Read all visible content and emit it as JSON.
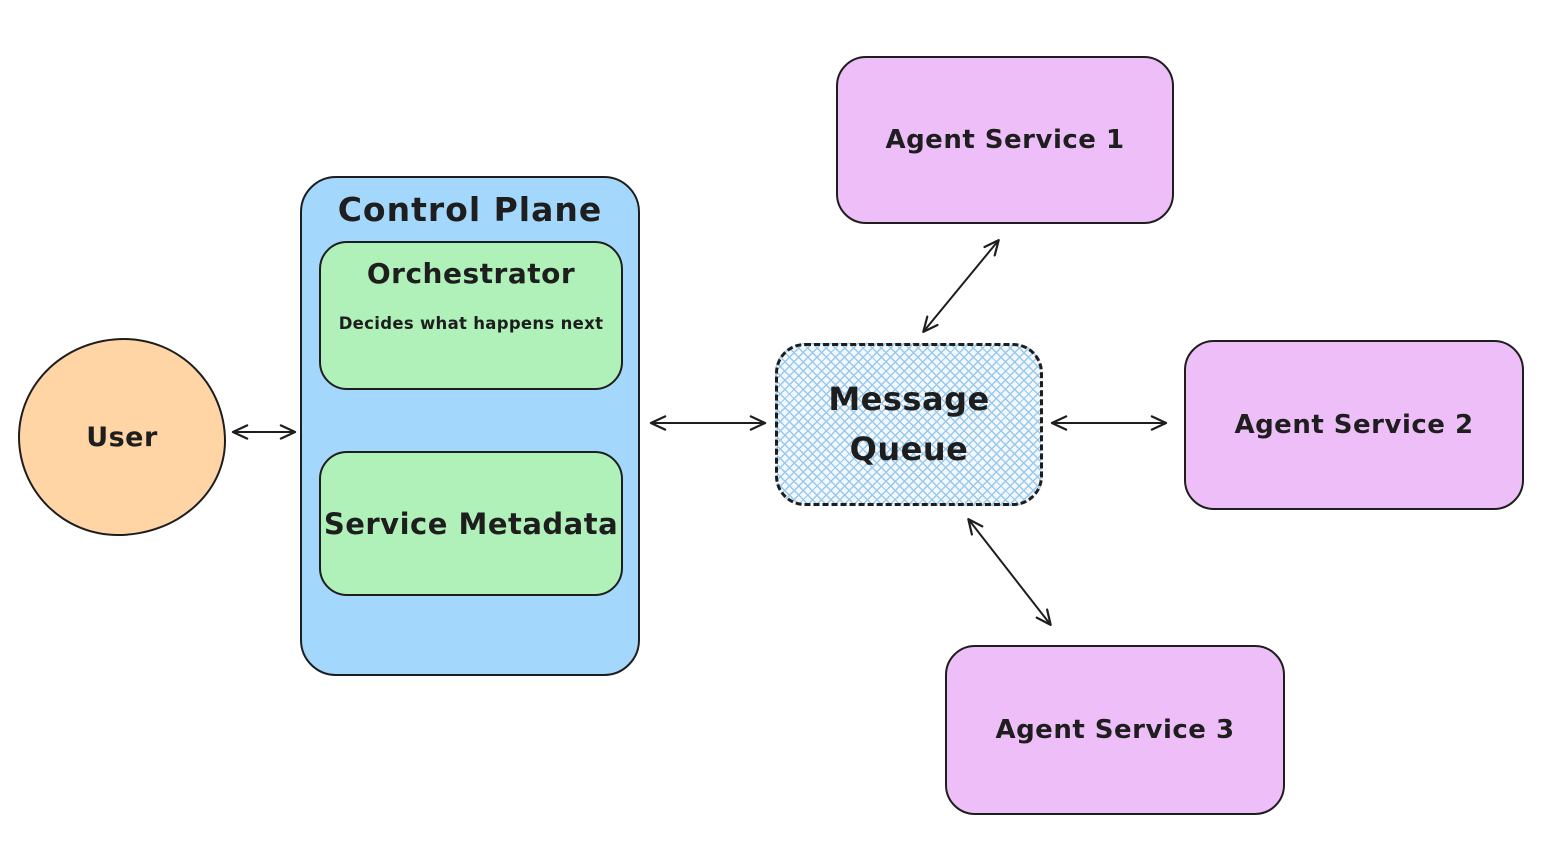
{
  "diagram": {
    "nodes": {
      "user": {
        "shape": "ellipse",
        "label": "User"
      },
      "control_plane": {
        "shape": "rectangle",
        "title": "Control Plane"
      },
      "orchestrator": {
        "shape": "rectangle",
        "title": "Orchestrator",
        "subtitle": "Decides what happens next",
        "parent": "control_plane"
      },
      "service_metadata": {
        "shape": "rectangle",
        "label": "Service Metadata",
        "parent": "control_plane"
      },
      "message_queue": {
        "shape": "rectangle-dashed-crosshatch",
        "label": "Message Queue"
      },
      "agent_service_1": {
        "shape": "rectangle",
        "label": "Agent Service 1"
      },
      "agent_service_2": {
        "shape": "rectangle",
        "label": "Agent Service 2"
      },
      "agent_service_3": {
        "shape": "rectangle",
        "label": "Agent Service 3"
      }
    },
    "edges": [
      {
        "from": "user",
        "to": "control_plane",
        "style": "double-headed-arrow"
      },
      {
        "from": "control_plane",
        "to": "message_queue",
        "style": "double-headed-arrow"
      },
      {
        "from": "message_queue",
        "to": "agent_service_1",
        "style": "double-headed-arrow"
      },
      {
        "from": "message_queue",
        "to": "agent_service_2",
        "style": "double-headed-arrow"
      },
      {
        "from": "message_queue",
        "to": "agent_service_3",
        "style": "double-headed-arrow"
      }
    ],
    "colors": {
      "canvas_background": "#ffffff",
      "stroke": "#1e1e1e",
      "user_fill": "#ffd5a6",
      "control_plane_fill": "#a3d7fb",
      "orchestrator_fill": "#b0f1ba",
      "service_metadata_fill": "#b0f1ba",
      "agent_service_fill": "#eebef8",
      "queue_bg": "#f2f8fd",
      "queue_hatch": "#99c9ec"
    }
  }
}
